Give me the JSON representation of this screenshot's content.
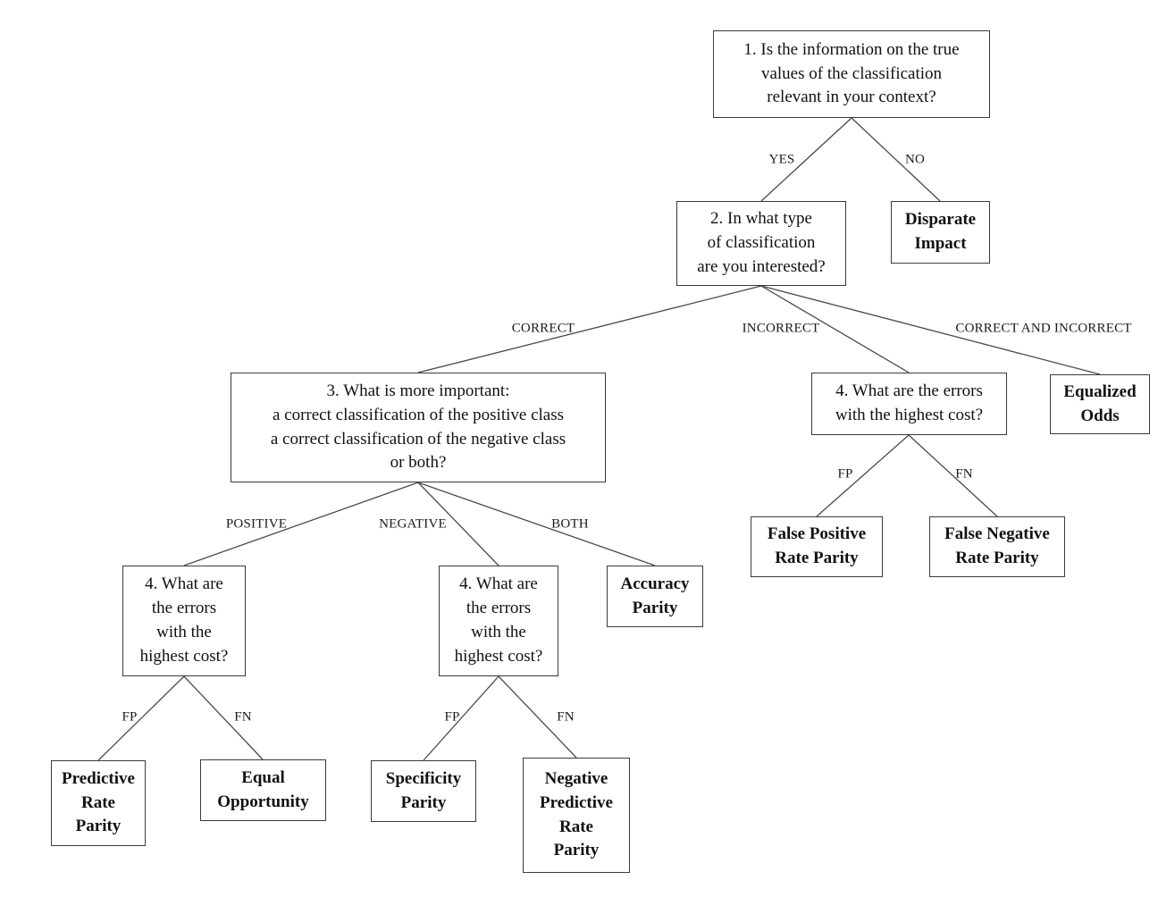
{
  "nodes": {
    "q1": "1. Is the information on the true\nvalues of the classification\nrelevant in your context?",
    "q2": "2. In what type\nof classification\nare you interested?",
    "disparate_impact": "Disparate\nImpact",
    "q3": "3. What is more important:\na correct classification of the positive class\na correct classification of the negative class\nor both?",
    "q4_right": "4. What are the errors\nwith the highest cost?",
    "equalized_odds": "Equalized\nOdds",
    "false_positive_rate_parity": "False Positive\nRate Parity",
    "false_negative_rate_parity": "False Negative\nRate Parity",
    "q4_left": "4. What are\nthe errors\nwith the\nhighest cost?",
    "q4_mid": "4. What are\nthe errors\nwith the\nhighest cost?",
    "accuracy_parity": "Accuracy\nParity",
    "predictive_rate_parity": "Predictive\nRate\nParity",
    "equal_opportunity": "Equal\nOpportunity",
    "specificity_parity": "Specificity\nParity",
    "negative_predictive_rate_parity": "Negative\nPredictive\nRate\nParity"
  },
  "labels": {
    "yes": "YES",
    "no": "NO",
    "correct": "CORRECT",
    "incorrect": "INCORRECT",
    "correct_and_incorrect": "CORRECT AND INCORRECT",
    "positive": "POSITIVE",
    "negative": "NEGATIVE",
    "both": "BOTH",
    "fp": "FP",
    "fn": "FN"
  },
  "colors": {
    "background": "#ffffff",
    "box_border": "#3a3a3a",
    "line": "#4a4a4a",
    "text": "#111111"
  }
}
